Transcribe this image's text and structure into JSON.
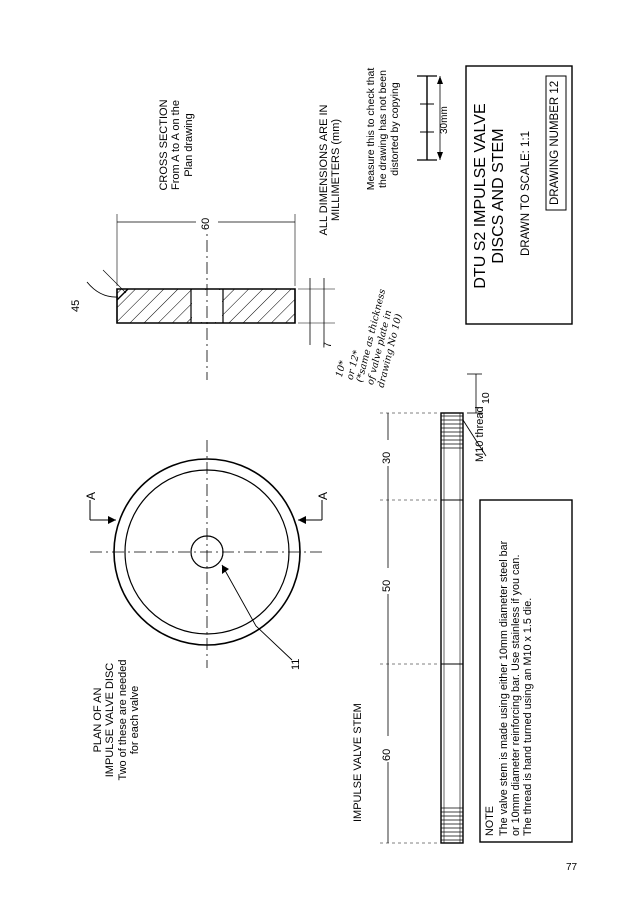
{
  "plan": {
    "title_lines": [
      "PLAN OF AN",
      "IMPULSE VALVE DISC",
      "Two of these are needed",
      "for each valve"
    ],
    "section_mark": "A",
    "hole_dim": "11"
  },
  "cross_section": {
    "title_lines": [
      "CROSS SECTION",
      "From A to A on the",
      "Plan drawing"
    ],
    "width_dim": "60",
    "angle_dim": "45",
    "thickness_dim": "7"
  },
  "thickness_note": {
    "lines": [
      "10*",
      "or 12*",
      "(*same as thickness",
      "of valve plate in",
      "drawing No 10)"
    ]
  },
  "dimensions_note": {
    "lines": [
      "ALL DIMENSIONS ARE IN",
      "MILLIMETERS (mm)"
    ]
  },
  "scale_check": {
    "lines": [
      "Measure this to check that",
      "the drawing has not been",
      "distorted by copying"
    ],
    "bar_label": "30mm"
  },
  "title_block": {
    "title_lines": [
      "DTU S2 IMPULSE VALVE",
      "DISCS AND STEM"
    ],
    "scale": "DRAWN TO SCALE: 1:1",
    "drawing_number": "DRAWING NUMBER 12"
  },
  "stem": {
    "label": "IMPULSE VALVE STEM",
    "dim_left": "60",
    "dim_mid": "50",
    "dim_right": "30",
    "thread_len": "10",
    "thread_label": "M10 thread"
  },
  "note": {
    "heading": "NOTE",
    "lines": [
      "The valve stem is made using either 10mm diameter steel bar",
      "or 10mm diameter reinforcing bar. Use stainless if you can.",
      "The thread is hand turned using an M10 x 1.5 die."
    ]
  },
  "page_number": "77"
}
